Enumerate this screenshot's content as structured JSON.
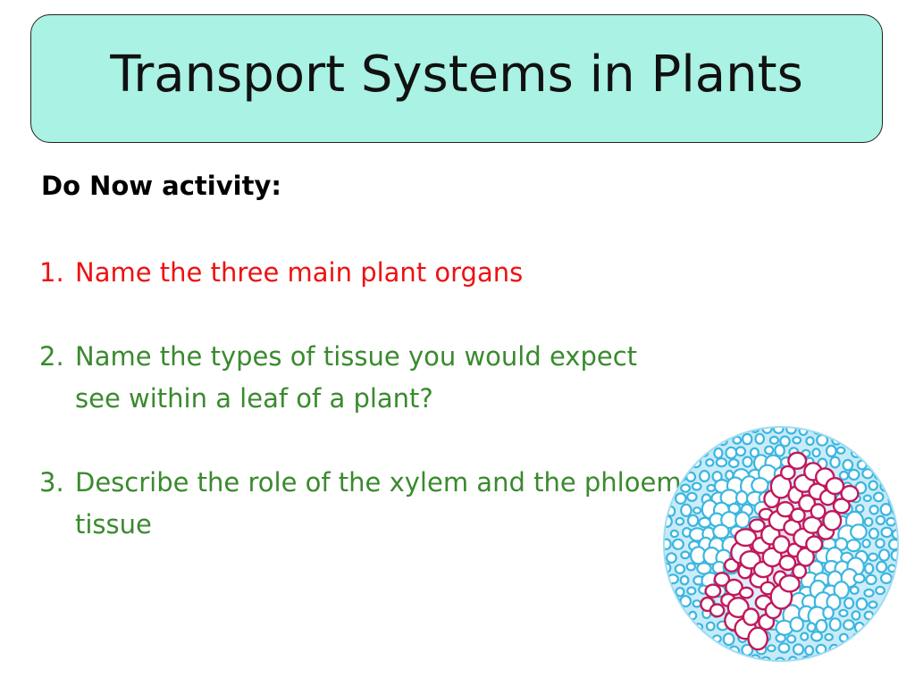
{
  "slide": {
    "title": "Transport Systems in Plants",
    "heading": "Do Now activity:",
    "questions": [
      {
        "number": "1.",
        "text": "Name the three main plant organs",
        "color": "#ee1111"
      },
      {
        "number": "2.",
        "text": "Name the types of tissue you would expect see within a leaf of a plant?",
        "color": "#3a8a2e"
      },
      {
        "number": "3.",
        "text": "Describe the role of the xylem and the phloem tissue",
        "color": "#3a8a2e"
      }
    ],
    "image": {
      "description_icon": "plant-tissue-micrograph",
      "colors": {
        "cell_wall_blue": "#4fc3e8",
        "xylem_red": "#c2185b",
        "cell_fill": "#ffffff"
      }
    },
    "colors": {
      "title_box": "#aaf2e3",
      "heading": "#000000"
    }
  }
}
